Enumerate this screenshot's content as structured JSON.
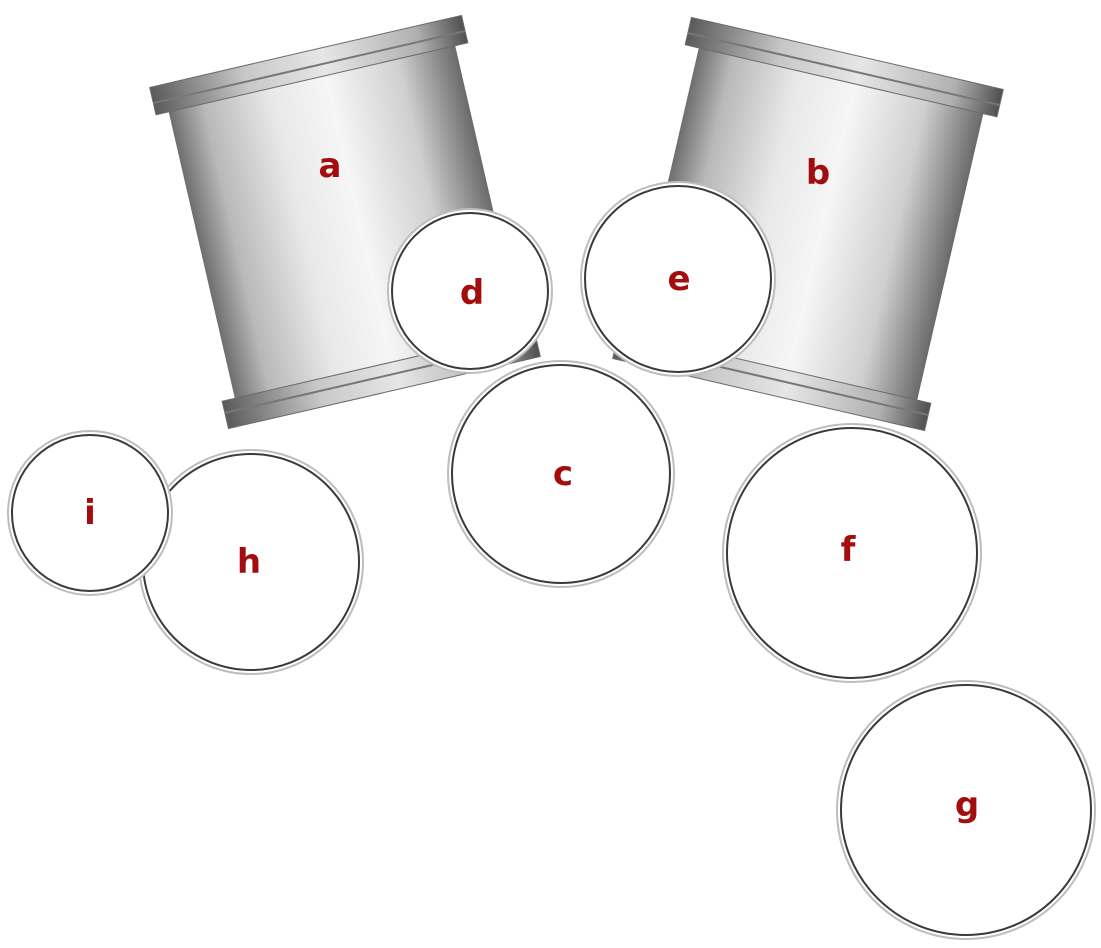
{
  "colors": {
    "letter": "#a30d0d",
    "rim": "#3a3a3a",
    "head": "#ffffff",
    "shell_light": "#f2f2f2",
    "shell_dark": "#707070",
    "hoop": "#8a8a8a"
  },
  "drums": {
    "a": {
      "label": "a",
      "kind": "bass-drum-side"
    },
    "b": {
      "label": "b",
      "kind": "bass-drum-side"
    },
    "c": {
      "label": "c",
      "kind": "drum-head"
    },
    "d": {
      "label": "d",
      "kind": "drum-head"
    },
    "e": {
      "label": "e",
      "kind": "drum-head"
    },
    "f": {
      "label": "f",
      "kind": "drum-head"
    },
    "g": {
      "label": "g",
      "kind": "drum-head"
    },
    "h": {
      "label": "h",
      "kind": "drum-head"
    },
    "i": {
      "label": "i",
      "kind": "drum-head"
    }
  }
}
